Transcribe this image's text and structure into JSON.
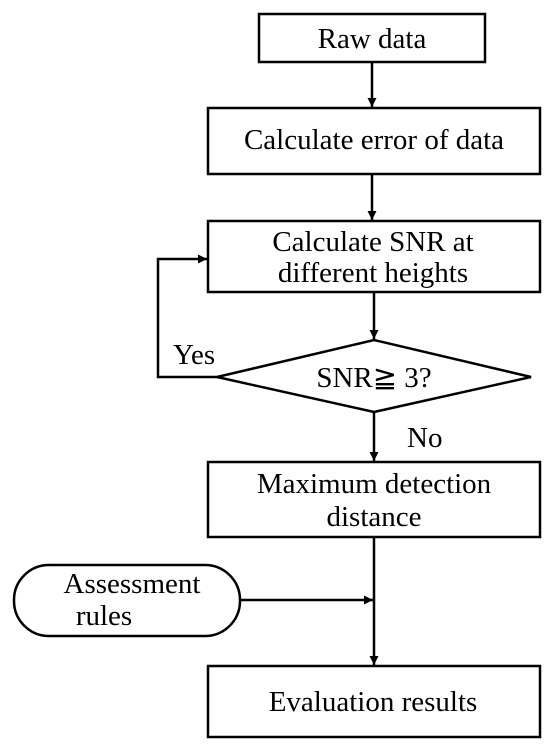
{
  "diagram": {
    "type": "flowchart",
    "nodes": {
      "raw_data": {
        "shape": "rectangle",
        "lines": [
          "Raw data"
        ]
      },
      "calc_error": {
        "shape": "rectangle",
        "lines": [
          "Calculate error of data"
        ]
      },
      "calc_snr": {
        "shape": "rectangle",
        "lines": [
          "Calculate SNR at",
          "different heights"
        ]
      },
      "snr_check": {
        "shape": "diamond",
        "lines": [
          "SNR≧ 3?"
        ]
      },
      "max_distance": {
        "shape": "rectangle",
        "lines": [
          "Maximum detection",
          "distance"
        ]
      },
      "assessment_rules": {
        "shape": "rounded-terminal",
        "lines": [
          "Assessment",
          "rules"
        ]
      },
      "evaluation_results": {
        "shape": "rectangle",
        "lines": [
          "Evaluation results"
        ]
      }
    },
    "edges": [
      {
        "from": "raw_data",
        "to": "calc_error",
        "label": ""
      },
      {
        "from": "calc_error",
        "to": "calc_snr",
        "label": ""
      },
      {
        "from": "calc_snr",
        "to": "snr_check",
        "label": ""
      },
      {
        "from": "snr_check",
        "to": "calc_snr",
        "label": "Yes"
      },
      {
        "from": "snr_check",
        "to": "max_distance",
        "label": "No"
      },
      {
        "from": "max_distance",
        "to": "evaluation_results",
        "label": ""
      },
      {
        "from": "assessment_rules",
        "to": "evaluation_results",
        "label": ""
      }
    ],
    "labels": {
      "yes": "Yes",
      "no": "No"
    },
    "colors": {
      "stroke": "#000000",
      "fill": "#ffffff",
      "text": "#000000"
    }
  }
}
